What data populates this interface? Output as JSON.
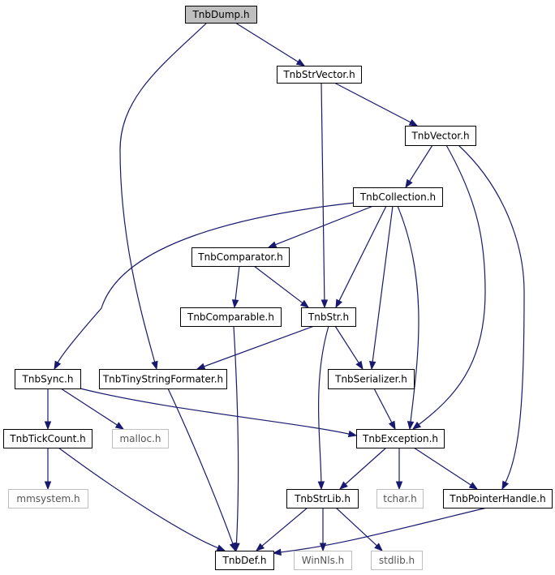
{
  "nodes": [
    {
      "id": "tnbdump",
      "label": "TnbDump.h",
      "style": "root",
      "name": "node-tnbdump-h"
    },
    {
      "id": "tnbstrvector",
      "label": "TnbStrVector.h",
      "style": "normal",
      "name": "node-tnbstrvector-h"
    },
    {
      "id": "tnbvector",
      "label": "TnbVector.h",
      "style": "normal",
      "name": "node-tnbvector-h"
    },
    {
      "id": "tnbcollection",
      "label": "TnbCollection.h",
      "style": "normal",
      "name": "node-tnbcollection-h"
    },
    {
      "id": "tnbcomparator",
      "label": "TnbComparator.h",
      "style": "normal",
      "name": "node-tnbcomparator-h"
    },
    {
      "id": "tnbcomparable",
      "label": "TnbComparable.h",
      "style": "normal",
      "name": "node-tnbcomparable-h"
    },
    {
      "id": "tnbstr",
      "label": "TnbStr.h",
      "style": "normal",
      "name": "node-tnbstr-h"
    },
    {
      "id": "tnbsync",
      "label": "TnbSync.h",
      "style": "normal",
      "name": "node-tnbsync-h"
    },
    {
      "id": "tnbtinystringformater",
      "label": "TnbTinyStringFormater.h",
      "style": "normal",
      "name": "node-tnbtinystringformater-h"
    },
    {
      "id": "tnbserializer",
      "label": "TnbSerializer.h",
      "style": "normal",
      "name": "node-tnbserializer-h"
    },
    {
      "id": "tnbtickcount",
      "label": "TnbTickCount.h",
      "style": "normal",
      "name": "node-tnbtickcount-h"
    },
    {
      "id": "malloc",
      "label": "malloc.h",
      "style": "system",
      "name": "node-malloc-h"
    },
    {
      "id": "tnbexception",
      "label": "TnbException.h",
      "style": "normal",
      "name": "node-tnbexception-h"
    },
    {
      "id": "mmsystem",
      "label": "mmsystem.h",
      "style": "system",
      "name": "node-mmsystem-h"
    },
    {
      "id": "tnbstrlib",
      "label": "TnbStrLib.h",
      "style": "normal",
      "name": "node-tnbstrlib-h"
    },
    {
      "id": "tchar",
      "label": "tchar.h",
      "style": "system",
      "name": "node-tchar-h"
    },
    {
      "id": "tnbpointerhandle",
      "label": "TnbPointerHandle.h",
      "style": "normal",
      "name": "node-tnbpointerhandle-h"
    },
    {
      "id": "tnbdef",
      "label": "TnbDef.h",
      "style": "normal",
      "name": "node-tnbdef-h"
    },
    {
      "id": "winnls",
      "label": "WinNls.h",
      "style": "system",
      "name": "node-winnls-h"
    },
    {
      "id": "stdlib",
      "label": "stdlib.h",
      "style": "system",
      "name": "node-stdlib-h"
    }
  ],
  "edges": [
    {
      "from": "tnbdump",
      "to": "tnbstrvector"
    },
    {
      "from": "tnbdump",
      "to": "tnbtinystringformater"
    },
    {
      "from": "tnbstrvector",
      "to": "tnbvector"
    },
    {
      "from": "tnbstrvector",
      "to": "tnbstr"
    },
    {
      "from": "tnbvector",
      "to": "tnbcollection"
    },
    {
      "from": "tnbvector",
      "to": "tnbexception"
    },
    {
      "from": "tnbvector",
      "to": "tnbpointerhandle"
    },
    {
      "from": "tnbcollection",
      "to": "tnbsync"
    },
    {
      "from": "tnbcollection",
      "to": "tnbcomparator"
    },
    {
      "from": "tnbcollection",
      "to": "tnbstr"
    },
    {
      "from": "tnbcollection",
      "to": "tnbserializer"
    },
    {
      "from": "tnbcollection",
      "to": "tnbexception"
    },
    {
      "from": "tnbcomparator",
      "to": "tnbcomparable"
    },
    {
      "from": "tnbcomparator",
      "to": "tnbstr"
    },
    {
      "from": "tnbcomparable",
      "to": "tnbdef"
    },
    {
      "from": "tnbstr",
      "to": "tnbtinystringformater"
    },
    {
      "from": "tnbstr",
      "to": "tnbserializer"
    },
    {
      "from": "tnbstr",
      "to": "tnbstrlib"
    },
    {
      "from": "tnbsync",
      "to": "tnbtickcount"
    },
    {
      "from": "tnbsync",
      "to": "malloc"
    },
    {
      "from": "tnbsync",
      "to": "tnbexception"
    },
    {
      "from": "tnbtinystringformater",
      "to": "tnbdef"
    },
    {
      "from": "tnbserializer",
      "to": "tnbexception"
    },
    {
      "from": "tnbtickcount",
      "to": "mmsystem"
    },
    {
      "from": "tnbtickcount",
      "to": "tnbdef"
    },
    {
      "from": "tnbexception",
      "to": "tnbstrlib"
    },
    {
      "from": "tnbexception",
      "to": "tchar"
    },
    {
      "from": "tnbexception",
      "to": "tnbpointerhandle"
    },
    {
      "from": "tnbstrlib",
      "to": "tnbdef"
    },
    {
      "from": "tnbstrlib",
      "to": "winnls"
    },
    {
      "from": "tnbstrlib",
      "to": "stdlib"
    },
    {
      "from": "tnbpointerhandle",
      "to": "tnbdef"
    }
  ],
  "colors": {
    "edge": "#191970",
    "root_fill": "#bfbfbf",
    "node_border": "#000000",
    "system_border": "#bfbfbf",
    "system_text": "#555555"
  }
}
